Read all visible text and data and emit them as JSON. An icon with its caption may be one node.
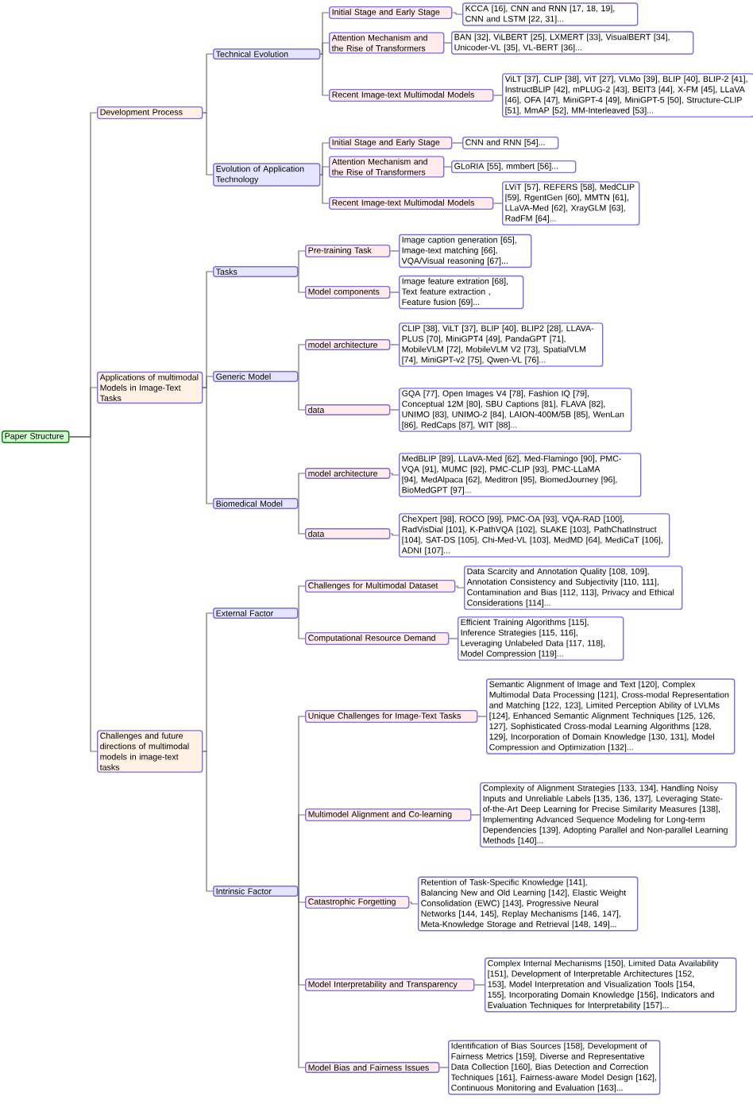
{
  "diagram": {
    "nodes": [
      {
        "text": [
          "Paper Structure"
        ]
      },
      {
        "text": [
          "Development Process"
        ]
      },
      {
        "text": [
          "Technical Evolution"
        ]
      },
      {
        "text": [
          "Initial Stage and Early Stage"
        ]
      },
      {
        "text": [
          "KCCA [16], CNN and RNN [17, 18, 19], CNN and LSTM [22, 31]..."
        ]
      },
      {
        "text": [
          "Attention Mechanism and the Rise of Transformers"
        ]
      },
      {
        "text": [
          "BAN [32], ViLBERT [25], LXMERT [33], VisualBERT [34], Unicoder-VL [35], VL-BERT [36]..."
        ]
      },
      {
        "text": [
          "Recent Image-text Multimodal Models"
        ]
      },
      {
        "text": [
          "ViLT [37], CLIP [38], ViT [27], VLMo [39], BLIP [40], BLIP-2 [41], InstructBLIP [42], mPLUG-2 [43], BEIT3 [44], X-FM [45], LLaVA [46], OFA [47], MiniGPT-4 [49], MiniGPT-5 [50], Structure-CLIP [51], MmAP [52], MM-Interleaved [53]..."
        ]
      },
      {
        "text": [
          "Evolution of Application Technology"
        ]
      },
      {
        "text": [
          "Initial Stage and Early Stage"
        ]
      },
      {
        "text": [
          "CNN and RNN [54]..."
        ]
      },
      {
        "text": [
          "Attention Mechanism and the Rise of Transformers"
        ]
      },
      {
        "text": [
          "GLoRIA [55], mmbert [56]..."
        ]
      },
      {
        "text": [
          "Recent Image-text Multimodal Models"
        ]
      },
      {
        "text": [
          "LViT [57], REFERS [58], MedCLIP [59], RgentGen [60], MMTN [61], LLaVA-Med [62], XrayGLM [63], RadFM [64]..."
        ]
      },
      {
        "text": [
          "Applications of multimodal Models in Image-Text Tasks"
        ]
      },
      {
        "text": [
          "Tasks"
        ]
      },
      {
        "text": [
          "Pre-training Task"
        ]
      },
      {
        "text": [
          "Image caption generation [65], Image-text matching [66], VQA/Visual reasoning [67]..."
        ]
      },
      {
        "text": [
          "Model components"
        ]
      },
      {
        "text": [
          "Image feature extration [68], Text feature extraction , Feature fusion [69]..."
        ]
      },
      {
        "text": [
          "Generic Model"
        ]
      },
      {
        "text": [
          "model architecture"
        ]
      },
      {
        "text": [
          "CLIP [38], ViLT [37], BLIP [40], BLIP2 [28], LLAVA-PLUS [70], MiniGPT4 [49], PandaGPT [71], MobileVLM [72], MobileVLM V2 [73], SpatialVLM [74], MiniGPT-v2 [75], Qwen-VL [76]..."
        ]
      },
      {
        "text": [
          "data"
        ]
      },
      {
        "text": [
          "GQA [77], Open Images V4 [78], Fashion IQ [79], Conceptual 12M [80], SBU Captions [81], FLAVA [82], UNIMO [83], UNIMO-2 [84], LAION-400M/5B [85], WenLan [86], RedCaps [87], WIT [88]..."
        ]
      },
      {
        "text": [
          "Biomedical Model"
        ]
      },
      {
        "text": [
          "model architecture"
        ]
      },
      {
        "text": [
          "MedBLIP [89], LLaVA-Med [62], Med-Flamingo [90], PMC-VQA [91], MUMC [92], PMC-CLIP [93], PMC-LLaMA [94], MedAlpaca [62], Meditron [95], BiomedJourney [96], BioMedGPT [97]..."
        ]
      },
      {
        "text": [
          "data"
        ]
      },
      {
        "text": [
          "CheXpert [98], ROCO [99], PMC-OA [93], VQA-RAD [100], RadVisDial [101], K-PathVQA [102], SLAKE [103], PathChatInstruct [104], SAT-DS [105], Chi-Med-VL [103], MedMD [64], MediCaT [106], ADNI [107]..."
        ]
      },
      {
        "text": [
          "Challenges and future directions of multimodal models in image-text tasks"
        ]
      },
      {
        "text": [
          "External Factor"
        ]
      },
      {
        "text": [
          "Challenges for Multimodal Dataset"
        ]
      },
      {
        "text": [
          "Data Scarcity and Annotation Quality [108, 109], Annotation Consistency and Subjectivity [110, 111], Contamination and Bias [112, 113], Privacy and Ethical Considerations [114]..."
        ]
      },
      {
        "text": [
          "Computational Resource Demand"
        ]
      },
      {
        "text": [
          "Efficient Training Algorithms [115], Inference Strategies [115, 116], Leveraging Unlabeled Data [117, 118], Model Compression [119]..."
        ]
      },
      {
        "text": [
          "Intrinsic Factor"
        ]
      },
      {
        "text": [
          "Unique Challenges for Image-Text Tasks"
        ]
      },
      {
        "text": [
          "Semantic Alignment of Image and Text [120], Complex Multimodal Data Processing [121], Cross-modal Representation and Matching [122, 123], Limited Perception Ability of LVLMs [124], Enhanced Semantic Alignment Techniques [125, 126, 127], Sophisticated Cross-modal Learning Algorithms [128, 129], Incorporation of Domain Knowledge [130, 131], Model Compression and Optimization [132]..."
        ]
      },
      {
        "text": [
          "Multimodel Alignment and Co-learning"
        ]
      },
      {
        "text": [
          "Complexity of Alignment Strategies [133, 134], Handling Noisy Inputs and Unreliable Labels [135, 136, 137], Leveraging State-of-the-Art Deep Learning for Precise Similarity Measures [138], Implementing Advanced Sequence Modeling for Long-term Dependencies [139], Adopting Parallel and Non-parallel Learning Methods [140]..."
        ]
      },
      {
        "text": [
          "Catastrophic Forgetting"
        ]
      },
      {
        "text": [
          "Retention of Task-Specific Knowledge [141], Balancing New and Old Learning [142], Elastic Weight Consolidation (EWC) [143], Progressive Neural Networks [144, 145], Replay Mechanisms [146, 147], Meta-Knowledge Storage and Retrieval [148, 149]..."
        ]
      },
      {
        "text": [
          "Model Interpretability and Transparency"
        ]
      },
      {
        "text": [
          "Complex Internal Mechanisms [150], Limited Data Availability [151], Development of Interpretable Architectures [152, 153], Model Interpretation and Visualization Tools [154, 155], Incorporating Domain Knowledge [156], Indicators and Evaluation Techniques for Interpretability [157]..."
        ]
      },
      {
        "text": [
          "Model Bias and Fairness Issues"
        ]
      },
      {
        "text": [
          "Identification of Bias Sources [158], Development of Fairness Metrics [159], Diverse and Representative Data Collection [160], Bias Detection and Correction Techniques [161], Fairness-aware Model Design [162], Continuous Monitoring and Evaluation [163]..."
        ]
      }
    ],
    "edges": [
      {
        "from": 0,
        "to": 1,
        "arrow": "none"
      },
      {
        "from": 1,
        "to": 2,
        "arrow": "none"
      },
      {
        "from": 2,
        "to": 3,
        "arrow": "none"
      },
      {
        "from": 3,
        "to": 4,
        "arrow": "none"
      },
      {
        "from": 2,
        "to": 5,
        "arrow": "none"
      },
      {
        "from": 5,
        "to": 6,
        "arrow": "none"
      },
      {
        "from": 2,
        "to": 7,
        "arrow": "none"
      },
      {
        "from": 7,
        "to": 8,
        "arrow": "none"
      },
      {
        "from": 1,
        "to": 9,
        "arrow": "none"
      },
      {
        "from": 9,
        "to": 10,
        "arrow": "none"
      },
      {
        "from": 10,
        "to": 11,
        "arrow": "none"
      },
      {
        "from": 9,
        "to": 12,
        "arrow": "none"
      },
      {
        "from": 12,
        "to": 13,
        "arrow": "none"
      },
      {
        "from": 9,
        "to": 14,
        "arrow": "none"
      },
      {
        "from": 14,
        "to": 15,
        "arrow": "none"
      },
      {
        "from": 0,
        "to": 16,
        "arrow": "none"
      },
      {
        "from": 16,
        "to": 17,
        "arrow": "none"
      },
      {
        "from": 17,
        "to": 18,
        "arrow": "none"
      },
      {
        "from": 18,
        "to": 19,
        "arrow": "none"
      },
      {
        "from": 17,
        "to": 20,
        "arrow": "none"
      },
      {
        "from": 20,
        "to": 21,
        "arrow": "none"
      },
      {
        "from": 16,
        "to": 22,
        "arrow": "none"
      },
      {
        "from": 22,
        "to": 23,
        "arrow": "none"
      },
      {
        "from": 23,
        "to": 24,
        "arrow": "none"
      },
      {
        "from": 22,
        "to": 25,
        "arrow": "none"
      },
      {
        "from": 25,
        "to": 26,
        "arrow": "none"
      },
      {
        "from": 16,
        "to": 27,
        "arrow": "none"
      },
      {
        "from": 27,
        "to": 28,
        "arrow": "none"
      },
      {
        "from": 28,
        "to": 29,
        "arrow": "none"
      },
      {
        "from": 27,
        "to": 30,
        "arrow": "none"
      },
      {
        "from": 30,
        "to": 31,
        "arrow": "none"
      },
      {
        "from": 0,
        "to": 32,
        "arrow": "none"
      },
      {
        "from": 32,
        "to": 33,
        "arrow": "none"
      },
      {
        "from": 33,
        "to": 34,
        "arrow": "none"
      },
      {
        "from": 34,
        "to": 35,
        "arrow": "none"
      },
      {
        "from": 33,
        "to": 36,
        "arrow": "none"
      },
      {
        "from": 36,
        "to": 37,
        "arrow": "none"
      },
      {
        "from": 32,
        "to": 38,
        "arrow": "none"
      },
      {
        "from": 38,
        "to": 39,
        "arrow": "none"
      },
      {
        "from": 39,
        "to": 40,
        "arrow": "none"
      },
      {
        "from": 38,
        "to": 41,
        "arrow": "none"
      },
      {
        "from": 41,
        "to": 42,
        "arrow": "none"
      },
      {
        "from": 38,
        "to": 43,
        "arrow": "none"
      },
      {
        "from": 43,
        "to": 44,
        "arrow": "none"
      },
      {
        "from": 38,
        "to": 45,
        "arrow": "none"
      },
      {
        "from": 45,
        "to": 46,
        "arrow": "none"
      },
      {
        "from": 38,
        "to": 47,
        "arrow": "none"
      },
      {
        "from": 47,
        "to": 48,
        "arrow": "none"
      }
    ]
  }
}
